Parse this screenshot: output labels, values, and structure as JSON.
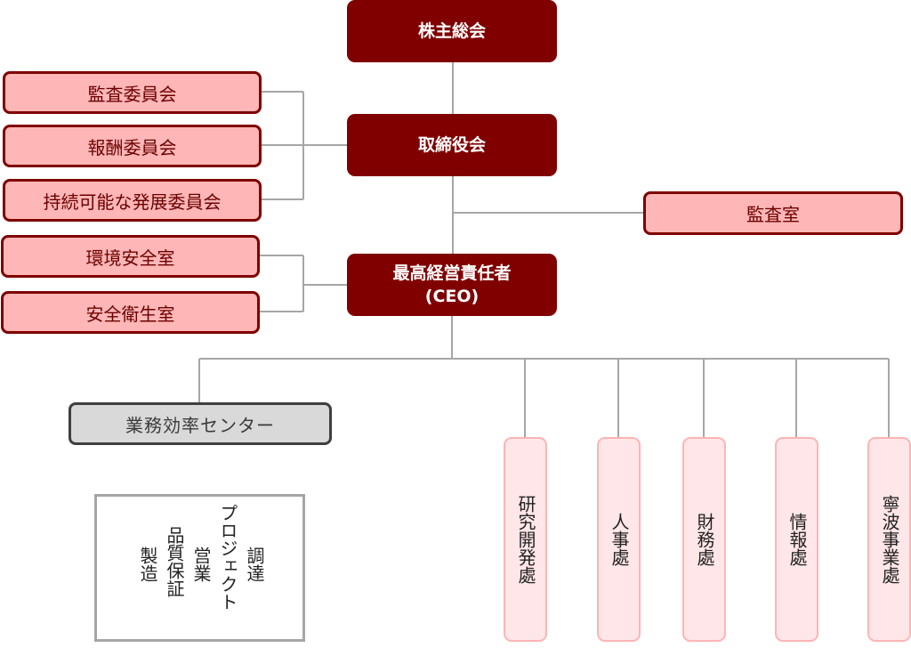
{
  "diagram": {
    "shareholders": "株主総会",
    "board": "取締役会",
    "ceo_line1": "最高経営責任者",
    "ceo_line2": "(CEO)",
    "committees": [
      "監査委員会",
      "報酬委員会",
      "持続可能な発展委員会"
    ],
    "ceo_offices": [
      "環境安全室",
      "安全衛生室"
    ],
    "audit_office": "監査室",
    "efficiency_center": "業務効率センター",
    "divisions": [
      "研究開発處",
      "人事處",
      "財務處",
      "情報處",
      "寧波事業處"
    ],
    "legend_items": [
      "調達",
      "プロジェクト",
      "営業",
      "品質保証",
      "製造"
    ]
  },
  "colors": {
    "dark_node": "#800000",
    "pink_node": "#ffb6b6",
    "gray_node": "#d9d9d9",
    "light_node": "#ffe6e8",
    "connector": "#a6a6a6"
  }
}
